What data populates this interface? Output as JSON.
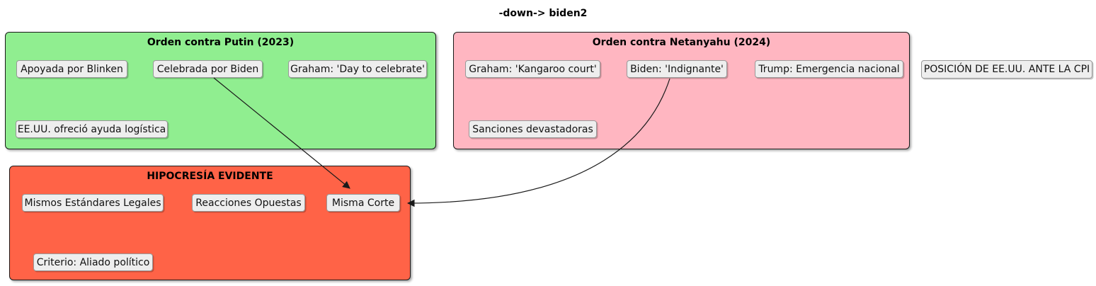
{
  "title": "-down-> biden2",
  "colors": {
    "putin_group_fill": "#90EE90",
    "netanyahu_group_fill": "#FFB6C1",
    "hipocresia_group_fill": "#FF6347",
    "node_fill": "#EEEEEE",
    "node_border": "#999999",
    "group_border": "#1A1A1A",
    "arrow": "#1A1A1A"
  },
  "groups": [
    {
      "title": "Orden contra Putin (2023)",
      "nodes": [
        {
          "label": "Apoyada por Blinken"
        },
        {
          "label": "Celebrada por Biden"
        },
        {
          "label": "Graham: 'Day to celebrate'"
        },
        {
          "label": "EE.UU. ofreció ayuda logística"
        }
      ]
    },
    {
      "title": "Orden contra Netanyahu (2024)",
      "nodes": [
        {
          "label": "Graham: 'Kangaroo court'"
        },
        {
          "label": "Biden: 'Indignante'"
        },
        {
          "label": "Trump: Emergencia nacional"
        },
        {
          "label": "Sanciones devastadoras"
        }
      ]
    },
    {
      "title": "HIPOCRESÍA EVIDENTE",
      "nodes": [
        {
          "label": "Mismos Estándares Legales"
        },
        {
          "label": "Reacciones Opuestas"
        },
        {
          "label": "Misma Corte"
        },
        {
          "label": "Criterio: Aliado político"
        }
      ]
    }
  ],
  "standalone_node": {
    "label": "POSICIÓN DE EE.UU. ANTE LA CPI"
  },
  "edges": [
    {
      "from": "Celebrada por Biden",
      "to": "Misma Corte"
    },
    {
      "from": "Biden: 'Indignante'",
      "to": "Misma Corte"
    }
  ]
}
